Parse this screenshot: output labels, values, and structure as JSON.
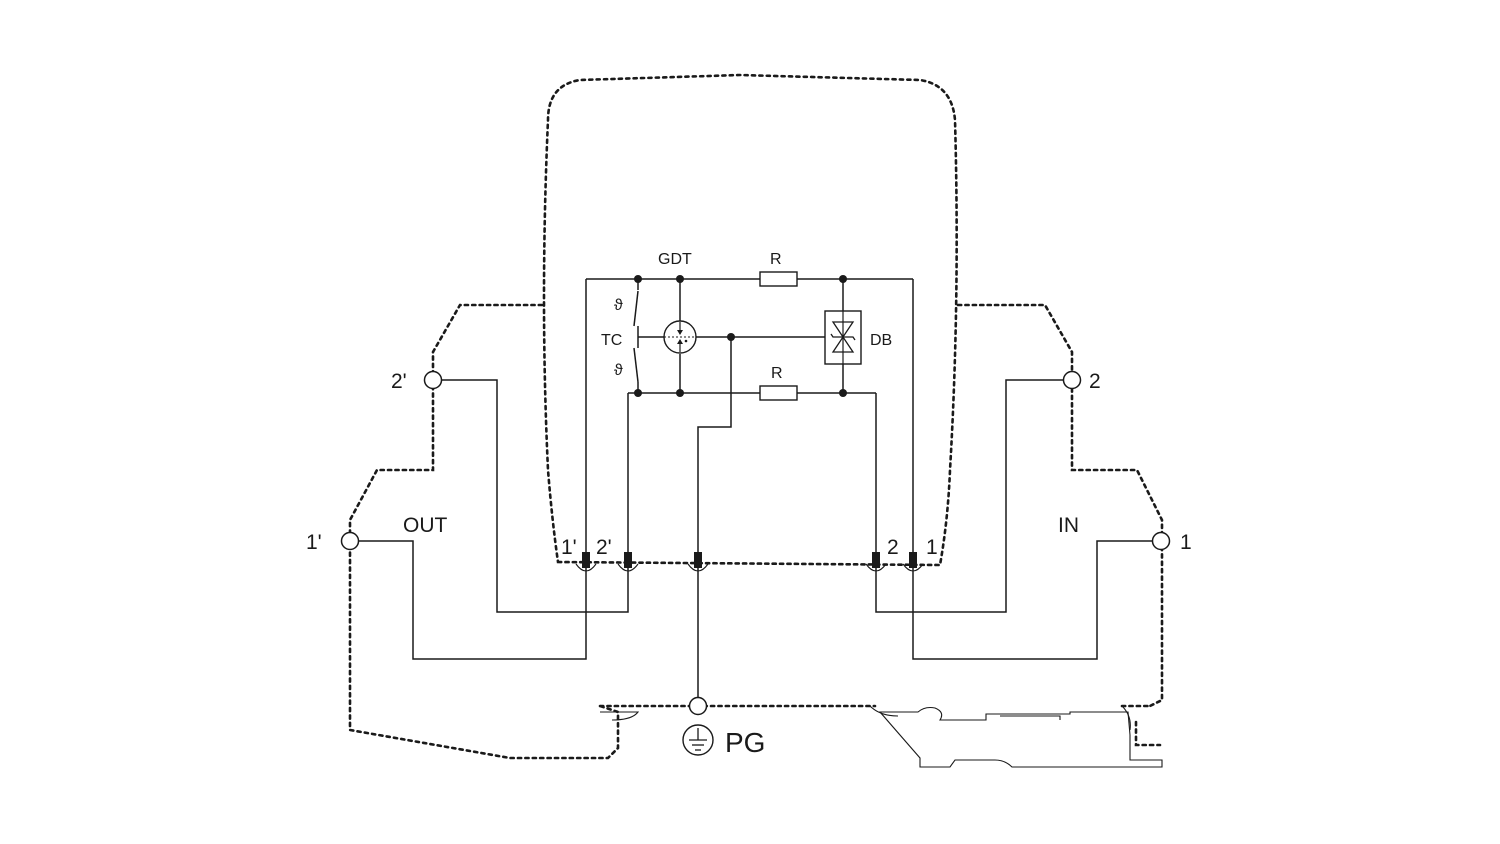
{
  "labels": {
    "gdt": "GDT",
    "r_top": "R",
    "r_bottom": "R",
    "db": "DB",
    "tc": "TC",
    "theta_top": "ϑ",
    "theta_bottom": "ϑ",
    "out": "OUT",
    "in": "IN",
    "pg": "PG",
    "term_2p": "2'",
    "term_1p": "1'",
    "term_2": "2",
    "term_1": "1",
    "pin_1p": "1'",
    "pin_2p": "2'",
    "pin_2": "2",
    "pin_1": "1"
  }
}
